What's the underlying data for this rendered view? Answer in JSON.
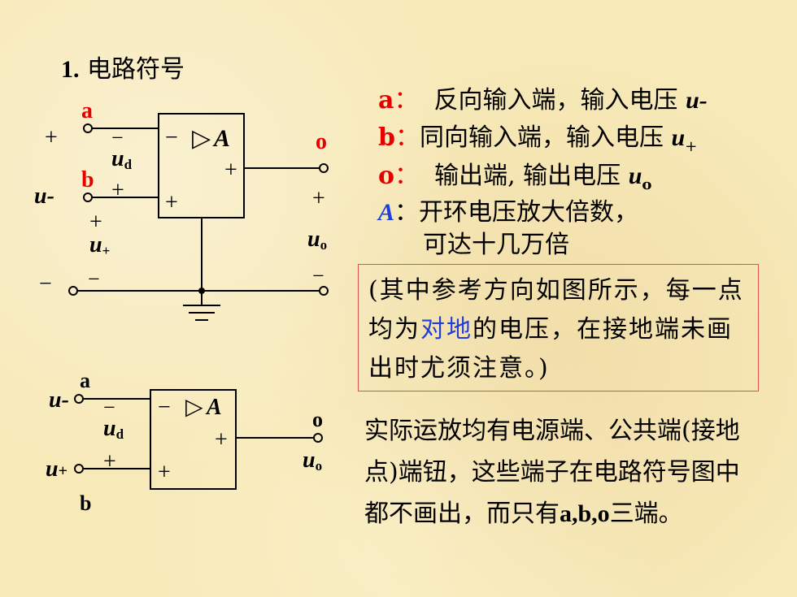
{
  "title": {
    "num": "1.",
    "text": "电路符号"
  },
  "defs": {
    "a": {
      "key": "a",
      "sep": "：",
      "text": "  反向输入端，输入电压 ",
      "var": "u-"
    },
    "b": {
      "key": "b",
      "sep": "：",
      "text": "同向输入端，输入电压 ",
      "var": "u",
      "sub": "+"
    },
    "o": {
      "key": "o",
      "sep": "：",
      "text": "  输出端, 输出电压 ",
      "var": "u",
      "sub": "o"
    },
    "A": {
      "key": "A",
      "sep": "：",
      "text": "开环电压放大倍数，",
      "line2": "可达十几万倍"
    }
  },
  "note": {
    "pre": "(其中参考方向如图所示，每一点均为",
    "highlight": "对地",
    "post": "的电压，在接地端未画出时尤须注意。)"
  },
  "para2": {
    "pre": "实际运放均有电源端、公共端(接地点)端钮，这些端子在电路符号图中都不画出，而只有",
    "bold": "a,b,o",
    "post": "三端。"
  },
  "diagram1": {
    "pin_a": "a",
    "pin_b": "b",
    "pin_o": "o",
    "plus": "+",
    "minus": "−",
    "u_minus": "u-",
    "ud": "u",
    "ud_sub": "d",
    "u_plus": "u",
    "u_plus_sub": "+",
    "uo": "u",
    "uo_sub": "o",
    "gain": "A",
    "tri": "▷"
  },
  "diagram2": {
    "pin_a": "a",
    "pin_b": "b",
    "pin_o": "o",
    "plus": "+",
    "minus": "−",
    "u_minus": "u-",
    "u_plus": "u",
    "u_plus_sub": "+",
    "ud": "u",
    "ud_sub": "d",
    "uo": "u",
    "uo_sub": "o",
    "gain": "A",
    "tri": "▷"
  }
}
